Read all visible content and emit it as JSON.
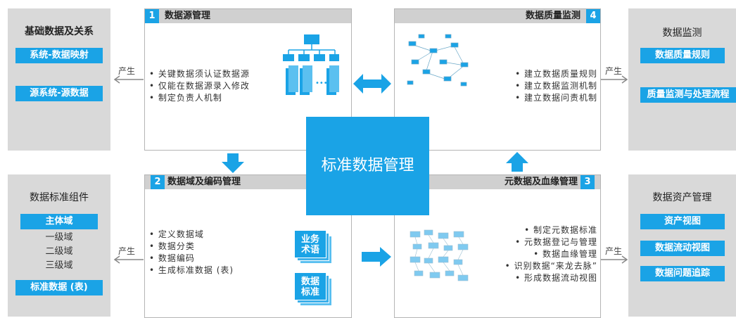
{
  "center": {
    "label": "标准数据管理"
  },
  "left_top": {
    "title": "基础数据及关系",
    "pills": [
      "系统-数据映射",
      "源系统-源数据"
    ],
    "produce": "产生"
  },
  "left_bottom": {
    "title": "数据标准组件",
    "pill_top": "主体域",
    "plain": [
      "一级域",
      "二级域",
      "三级域"
    ],
    "pill_bottom": "标准数据 (表)",
    "produce": "产生"
  },
  "right_top": {
    "title": "数据监测",
    "pills": [
      "数据质量规则",
      "质量监测与处理流程"
    ],
    "produce": "产生"
  },
  "right_bottom": {
    "title": "数据资产管理",
    "pills": [
      "资产视图",
      "数据流动视图",
      "数据问题追踪"
    ],
    "produce": "产生"
  },
  "q1": {
    "num": "1",
    "title": "数据源管理",
    "bullets": [
      "• 关键数据须认证数据源",
      "• 仅能在数据源录入修改",
      "• 制定负责人机制"
    ]
  },
  "q2": {
    "num": "2",
    "title": "数据域及编码管理",
    "bullets": [
      "• 定义数据域",
      "• 数据分类",
      "• 数据编码",
      "• 生成标准数据 (表)"
    ],
    "cards": [
      "业务 术语",
      "数据 标准"
    ]
  },
  "q3": {
    "num": "3",
    "title": "元数据及血缘管理",
    "bullets": [
      "• 制定元数据标准",
      "• 元数据登记与管理",
      "• 数据血缘管理",
      "• 识别数据“来龙去脉”",
      "• 形成数据流动视图"
    ]
  },
  "q4": {
    "num": "4",
    "title": "数据质量监测",
    "bullets": [
      "• 建立数据质量规则",
      "• 建立数据监测机制",
      "• 建立数据问责机制"
    ]
  },
  "colors": {
    "accent": "#1aa3e6",
    "panel": "#d9d9d9",
    "header": "#d0d0d0"
  }
}
